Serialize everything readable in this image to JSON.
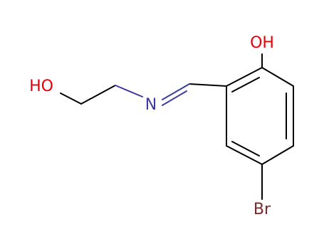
{
  "molecule": {
    "atoms": {
      "phenol_oh": "OH",
      "alcohol_ho": "HO",
      "imine_n": "N",
      "bromine": "Br"
    },
    "colors": {
      "bond": "#000000",
      "oxygen": "#e8000b",
      "nitrogen": "#3c3ca0",
      "bromine": "#7a2a2a"
    }
  }
}
